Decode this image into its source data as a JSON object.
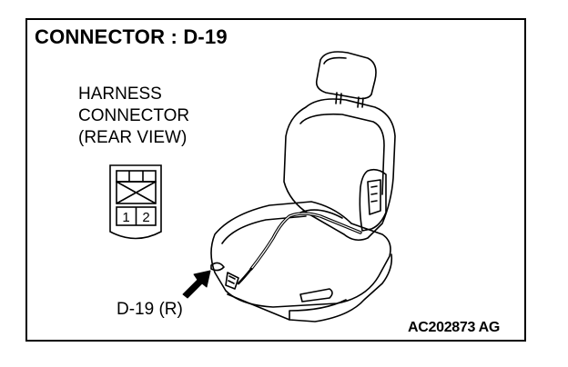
{
  "title": "CONNECTOR : D-19",
  "harness_label": {
    "line1": "HARNESS",
    "line2": "CONNECTOR",
    "line3": "(REAR VIEW)"
  },
  "connector": {
    "pins": [
      "1",
      "2"
    ]
  },
  "connector_location_label": "D-19 (R)",
  "figure_code": "AC202873 AG"
}
